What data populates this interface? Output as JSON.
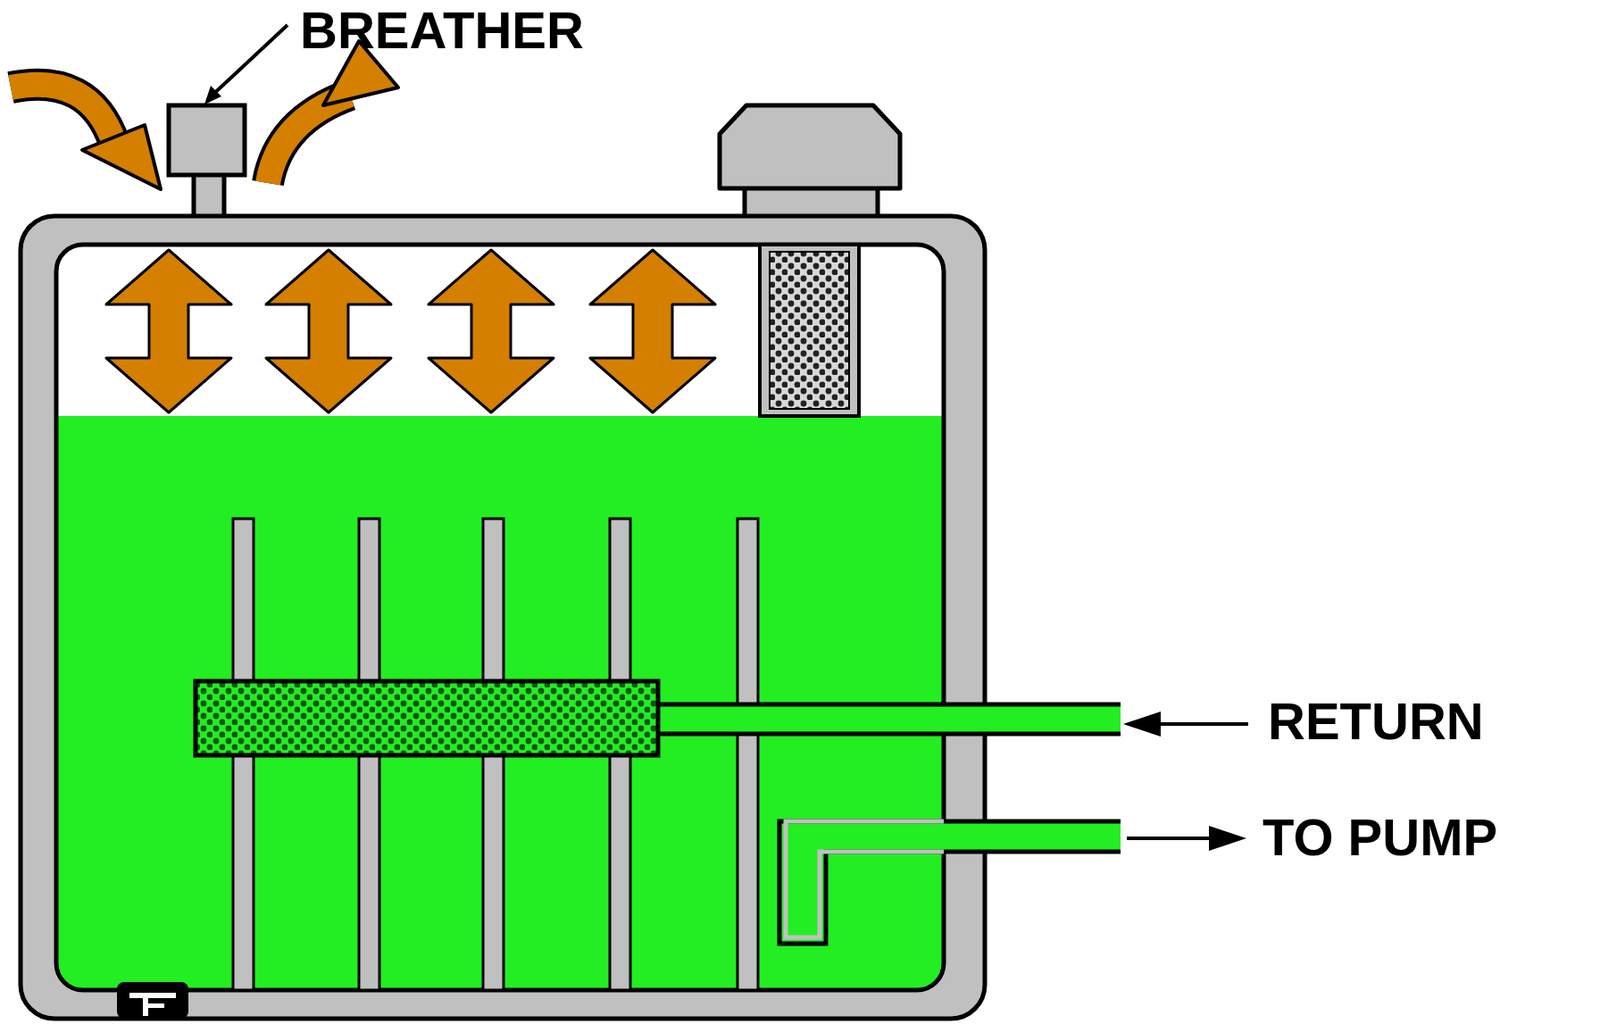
{
  "diagram": {
    "labels": [
      "BREATHER",
      "RETURN",
      "TO PUMP"
    ]
  }
}
